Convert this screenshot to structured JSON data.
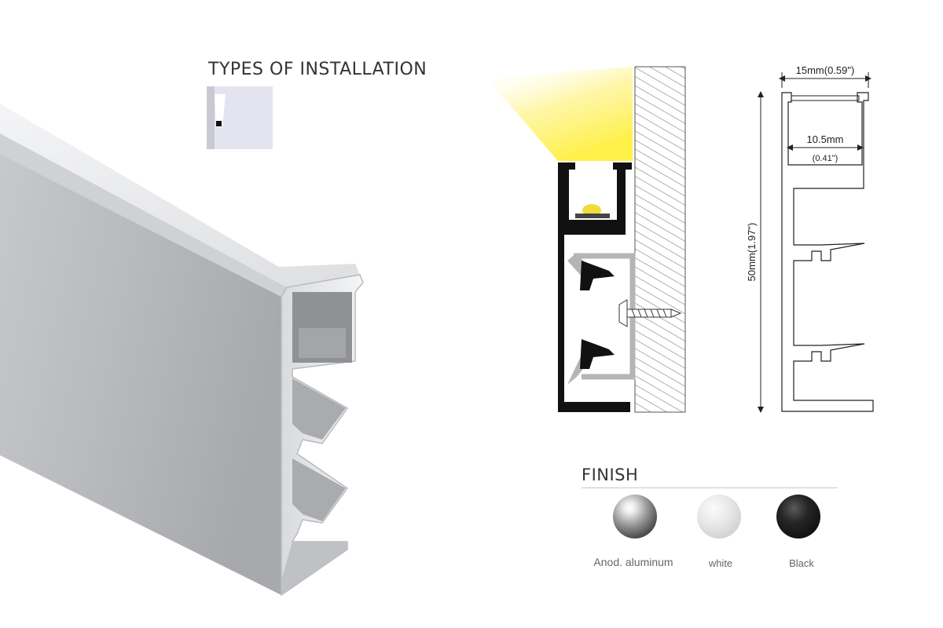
{
  "installation": {
    "title": "TYPES OF INSTALLATION",
    "icon": "wall-mount-icon"
  },
  "dimensions": {
    "width_label": "15mm(0.59\")",
    "inner_width_label": "10.5mm",
    "inner_width_inch_label": "(0.41\")",
    "height_label": "50mm(1.97\")"
  },
  "finish": {
    "title": "FINISH",
    "options": [
      {
        "label": "Anod. aluminum",
        "color": "#9a9a9a"
      },
      {
        "label": "white",
        "color": "#e0e0e0"
      },
      {
        "label": "Black",
        "color": "#1a1a1a"
      }
    ]
  },
  "colors": {
    "light_beam": "#fff36a",
    "profile_black": "#111111",
    "bracket_gray": "#b5b5b5",
    "wall_hatch": "#555555"
  }
}
